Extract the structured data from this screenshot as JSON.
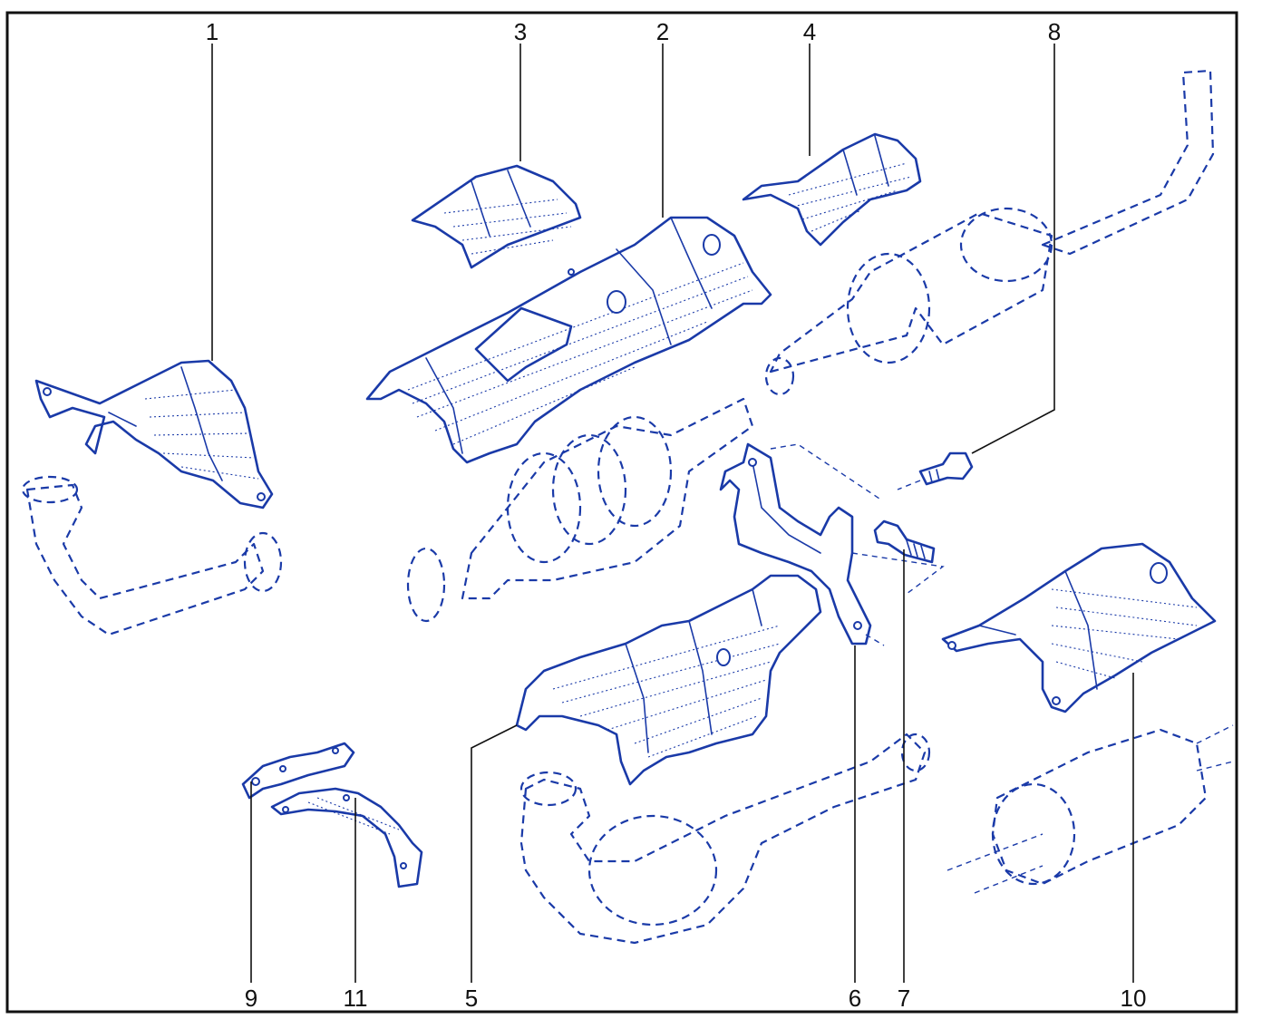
{
  "diagram": {
    "ink_color": "#1a3aa8",
    "frame_color": "#111111",
    "callouts": [
      {
        "id": "1",
        "label": "1"
      },
      {
        "id": "2",
        "label": "2"
      },
      {
        "id": "3",
        "label": "3"
      },
      {
        "id": "4",
        "label": "4"
      },
      {
        "id": "5",
        "label": "5"
      },
      {
        "id": "6",
        "label": "6"
      },
      {
        "id": "7",
        "label": "7"
      },
      {
        "id": "8",
        "label": "8"
      },
      {
        "id": "9",
        "label": "9"
      },
      {
        "id": "10",
        "label": "10"
      },
      {
        "id": "11",
        "label": "11"
      }
    ]
  }
}
